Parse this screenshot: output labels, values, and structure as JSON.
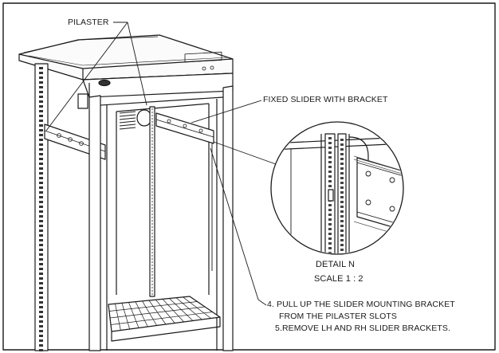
{
  "labels": {
    "pilaster": "PILASTER",
    "fixed_slider": "FIXED SLIDER WITH BRACKET",
    "detail_title": "DETAIL N",
    "detail_scale": "SCALE 1 : 2",
    "step4_line1": "4. PULL UP THE SLIDER MOUNTING BRACKET",
    "step4_line2": "FROM THE PILASTER SLOTS",
    "step5": "5.REMOVE LH AND RH SLIDER BRACKETS."
  },
  "colors": {
    "line": "#1a1a1a",
    "hatch": "#555555"
  }
}
